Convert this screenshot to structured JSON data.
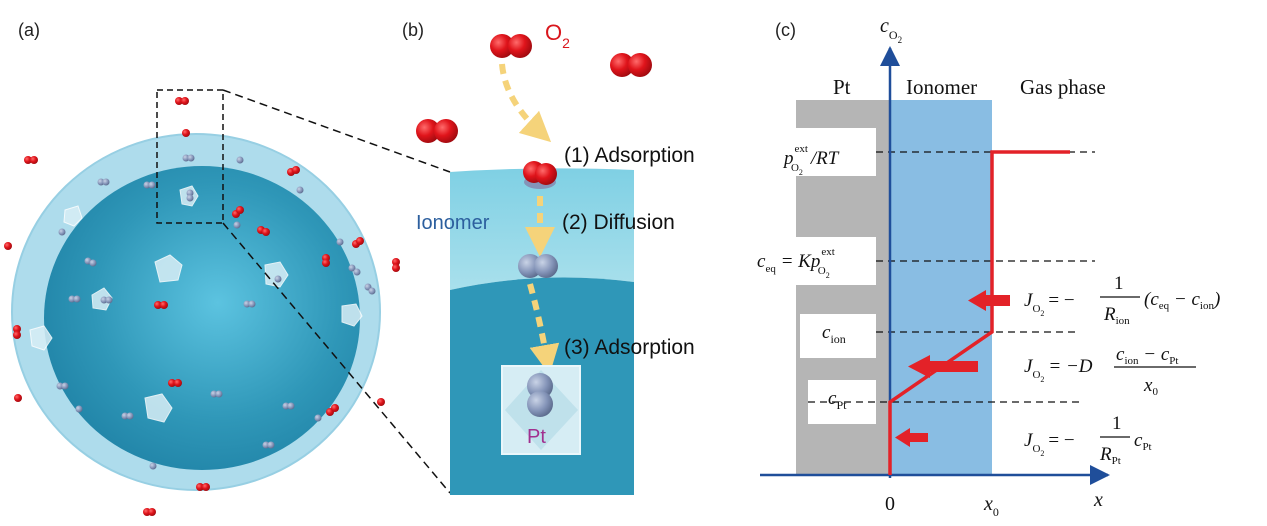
{
  "panels": {
    "a": {
      "label": "(a)"
    },
    "b": {
      "label": "(b)",
      "o2_label": "O",
      "o2_sub": "2",
      "steps": [
        "(1) Adsorption",
        "(2) Diffusion",
        "(3) Adsorption"
      ],
      "ionomer_label": "Ionomer",
      "pt_label": "Pt"
    },
    "c": {
      "label": "(c)",
      "y_axis": {
        "main": "c",
        "sub": "O",
        "subsub": "2"
      },
      "x_axis": "x",
      "x_ticks": {
        "zero": "0",
        "x0_main": "x",
        "x0_sub": "0"
      },
      "regions": [
        "Pt",
        "Ionomer",
        "Gas phase"
      ],
      "levels": {
        "p_ext": {
          "p": "p",
          "sup": "ext",
          "sub": "O",
          "subsub": "2",
          "rest": "/RT"
        },
        "c_eq": {
          "main": "c",
          "sub": "eq",
          "eq": " = Kp",
          "sup": "ext",
          "sub2": "O",
          "subsub2": "2"
        },
        "c_ion": {
          "main": "c",
          "sub": "ion"
        },
        "c_pt": {
          "main": "c",
          "sub": "Pt"
        }
      },
      "equations": {
        "eq1": {
          "J": "J",
          "sub": "O",
          "subsub": "2",
          "eqsign": "= −",
          "num": "1",
          "den": "R",
          "den_sub": "ion",
          "rest": "(c",
          "rest_sub1": "eq",
          "rest_mid": " − c",
          "rest_sub2": "ion",
          "rest_end": ")"
        },
        "eq2": {
          "J": "J",
          "sub": "O",
          "subsub": "2",
          "eqsign": "= −D",
          "num_a": "c",
          "num_a_sub": "ion",
          "num_mid": " − c",
          "num_b_sub": "Pt",
          "den": "x",
          "den_sub": "0"
        },
        "eq3": {
          "J": "J",
          "sub": "O",
          "subsub": "2",
          "eqsign": "= −",
          "num": "1",
          "den": "R",
          "den_sub": "Pt",
          "rest": "c",
          "rest_sub": "Pt"
        }
      }
    }
  },
  "colors": {
    "shell": "#aedcec",
    "core": "#2f97b8",
    "o2": "#d9161c",
    "ionomer_band": "#89bde3",
    "pt_band": "#b5b5b5",
    "profile": "#e32228",
    "axis": "#1f4e9a",
    "arrow_dash": "#f5d37a",
    "pt_text": "#a1308f",
    "ionomer_text": "#2c5f9e"
  }
}
